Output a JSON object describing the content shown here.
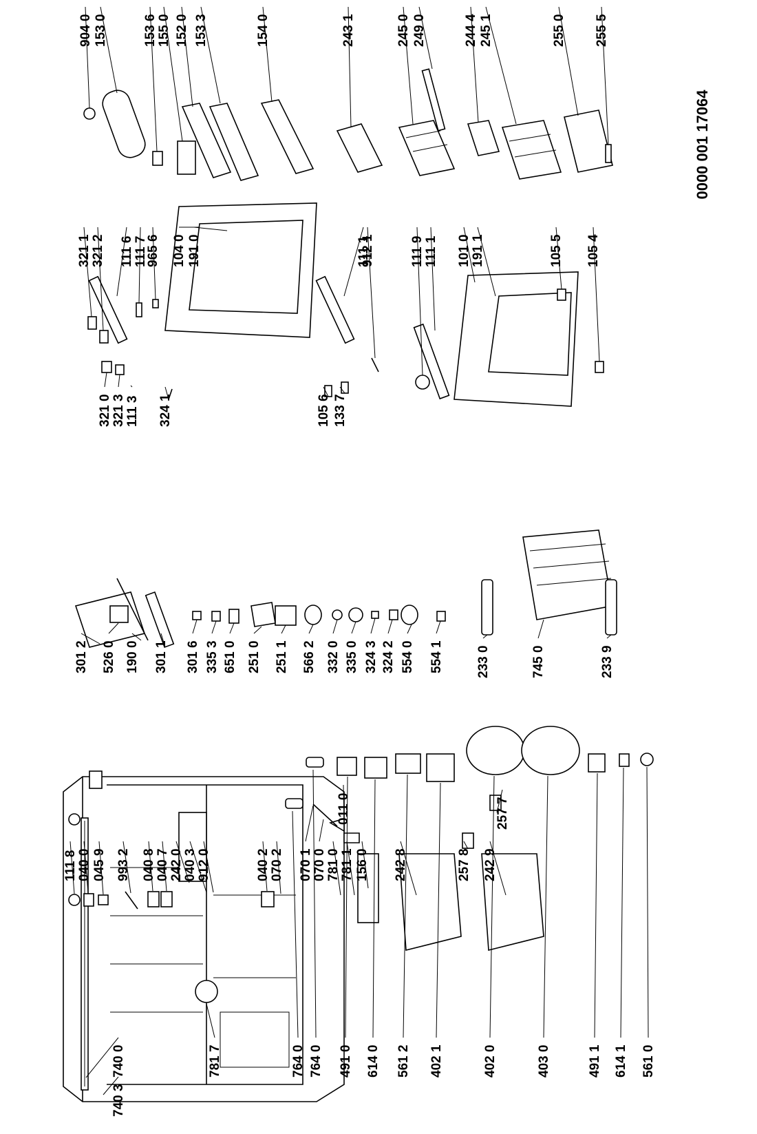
{
  "document_ref": "0000 001 17064",
  "part_labels": [
    {
      "id": "p7403",
      "text": "740 3"
    },
    {
      "id": "p7400",
      "text": "740 0"
    },
    {
      "id": "p7817",
      "text": "781 7"
    },
    {
      "id": "p7640a",
      "text": "764 0"
    },
    {
      "id": "p7640b",
      "text": "764 0"
    },
    {
      "id": "p4910",
      "text": "491 0"
    },
    {
      "id": "p6140",
      "text": "614 0"
    },
    {
      "id": "p5612",
      "text": "561 2"
    },
    {
      "id": "p4021",
      "text": "402 1"
    },
    {
      "id": "p4020",
      "text": "402 0"
    },
    {
      "id": "p4030",
      "text": "403 0"
    },
    {
      "id": "p4911",
      "text": "491 1"
    },
    {
      "id": "p6141",
      "text": "614 1"
    },
    {
      "id": "p5610",
      "text": "561 0"
    },
    {
      "id": "p0110",
      "text": "011 0"
    },
    {
      "id": "p2577",
      "text": "257 7"
    },
    {
      "id": "p1118",
      "text": "111 8"
    },
    {
      "id": "p0400",
      "text": "040 0"
    },
    {
      "id": "p0459",
      "text": "045 9"
    },
    {
      "id": "p9932",
      "text": "993 2"
    },
    {
      "id": "p0408",
      "text": "040 8"
    },
    {
      "id": "p0407",
      "text": "040 7"
    },
    {
      "id": "p2420",
      "text": "242 0"
    },
    {
      "id": "p0403",
      "text": "040 3"
    },
    {
      "id": "p9120",
      "text": "912 0"
    },
    {
      "id": "p0402",
      "text": "040 2"
    },
    {
      "id": "p0702",
      "text": "070 2"
    },
    {
      "id": "p0701",
      "text": "070 1"
    },
    {
      "id": "p0700",
      "text": "070 0"
    },
    {
      "id": "p7810",
      "text": "781 0"
    },
    {
      "id": "p7811",
      "text": "781 1"
    },
    {
      "id": "p1560",
      "text": "156 0"
    },
    {
      "id": "p2428",
      "text": "242 8"
    },
    {
      "id": "p2578",
      "text": "257 8"
    },
    {
      "id": "p2429",
      "text": "242 9"
    },
    {
      "id": "p3012",
      "text": "301 2"
    },
    {
      "id": "p5260",
      "text": "526 0"
    },
    {
      "id": "p1900",
      "text": "190 0"
    },
    {
      "id": "p3011",
      "text": "301 1"
    },
    {
      "id": "p3016",
      "text": "301 6"
    },
    {
      "id": "p3353",
      "text": "335 3"
    },
    {
      "id": "p6510",
      "text": "651 0"
    },
    {
      "id": "p2510",
      "text": "251 0"
    },
    {
      "id": "p2511",
      "text": "251 1"
    },
    {
      "id": "p5662",
      "text": "566 2"
    },
    {
      "id": "p3320",
      "text": "332 0"
    },
    {
      "id": "p3350",
      "text": "335 0"
    },
    {
      "id": "p3243",
      "text": "324 3"
    },
    {
      "id": "p3242",
      "text": "324 2"
    },
    {
      "id": "p5540",
      "text": "554 0"
    },
    {
      "id": "p5541",
      "text": "554 1"
    },
    {
      "id": "p2330",
      "text": "233 0"
    },
    {
      "id": "p7450",
      "text": "745 0"
    },
    {
      "id": "p2339",
      "text": "233 9"
    },
    {
      "id": "p3210",
      "text": "321 0"
    },
    {
      "id": "p3213",
      "text": "321 3"
    },
    {
      "id": "p1113",
      "text": "111 3"
    },
    {
      "id": "p3241",
      "text": "324 1"
    },
    {
      "id": "p3211",
      "text": "321 1"
    },
    {
      "id": "p3212",
      "text": "321 2"
    },
    {
      "id": "p1116",
      "text": "111 6"
    },
    {
      "id": "p1117",
      "text": "111 7"
    },
    {
      "id": "p9656",
      "text": "965 6"
    },
    {
      "id": "p1040",
      "text": "104 0"
    },
    {
      "id": "p1910",
      "text": "191 0"
    },
    {
      "id": "p1056",
      "text": "105 6"
    },
    {
      "id": "p1337",
      "text": "133 7"
    },
    {
      "id": "p1111a",
      "text": "111 1"
    },
    {
      "id": "p9121",
      "text": "912 1"
    },
    {
      "id": "p1119",
      "text": "111 9"
    },
    {
      "id": "p1111b",
      "text": "111 1"
    },
    {
      "id": "p1010",
      "text": "101 0"
    },
    {
      "id": "p1911",
      "text": "191 1"
    },
    {
      "id": "p1055",
      "text": "105 5"
    },
    {
      "id": "p1054",
      "text": "105 4"
    },
    {
      "id": "p9040",
      "text": "904 0"
    },
    {
      "id": "p1530",
      "text": "153 0"
    },
    {
      "id": "p1536",
      "text": "153 6"
    },
    {
      "id": "p1550",
      "text": "155 0"
    },
    {
      "id": "p1520",
      "text": "152 0"
    },
    {
      "id": "p1533",
      "text": "153 3"
    },
    {
      "id": "p1540",
      "text": "154 0"
    },
    {
      "id": "p2431",
      "text": "243 1"
    },
    {
      "id": "p2450",
      "text": "245 0"
    },
    {
      "id": "p2490",
      "text": "249 0"
    },
    {
      "id": "p2444",
      "text": "244 4"
    },
    {
      "id": "p2451",
      "text": "245 1"
    },
    {
      "id": "p2550",
      "text": "255 0"
    },
    {
      "id": "p2555",
      "text": "255 5"
    }
  ]
}
